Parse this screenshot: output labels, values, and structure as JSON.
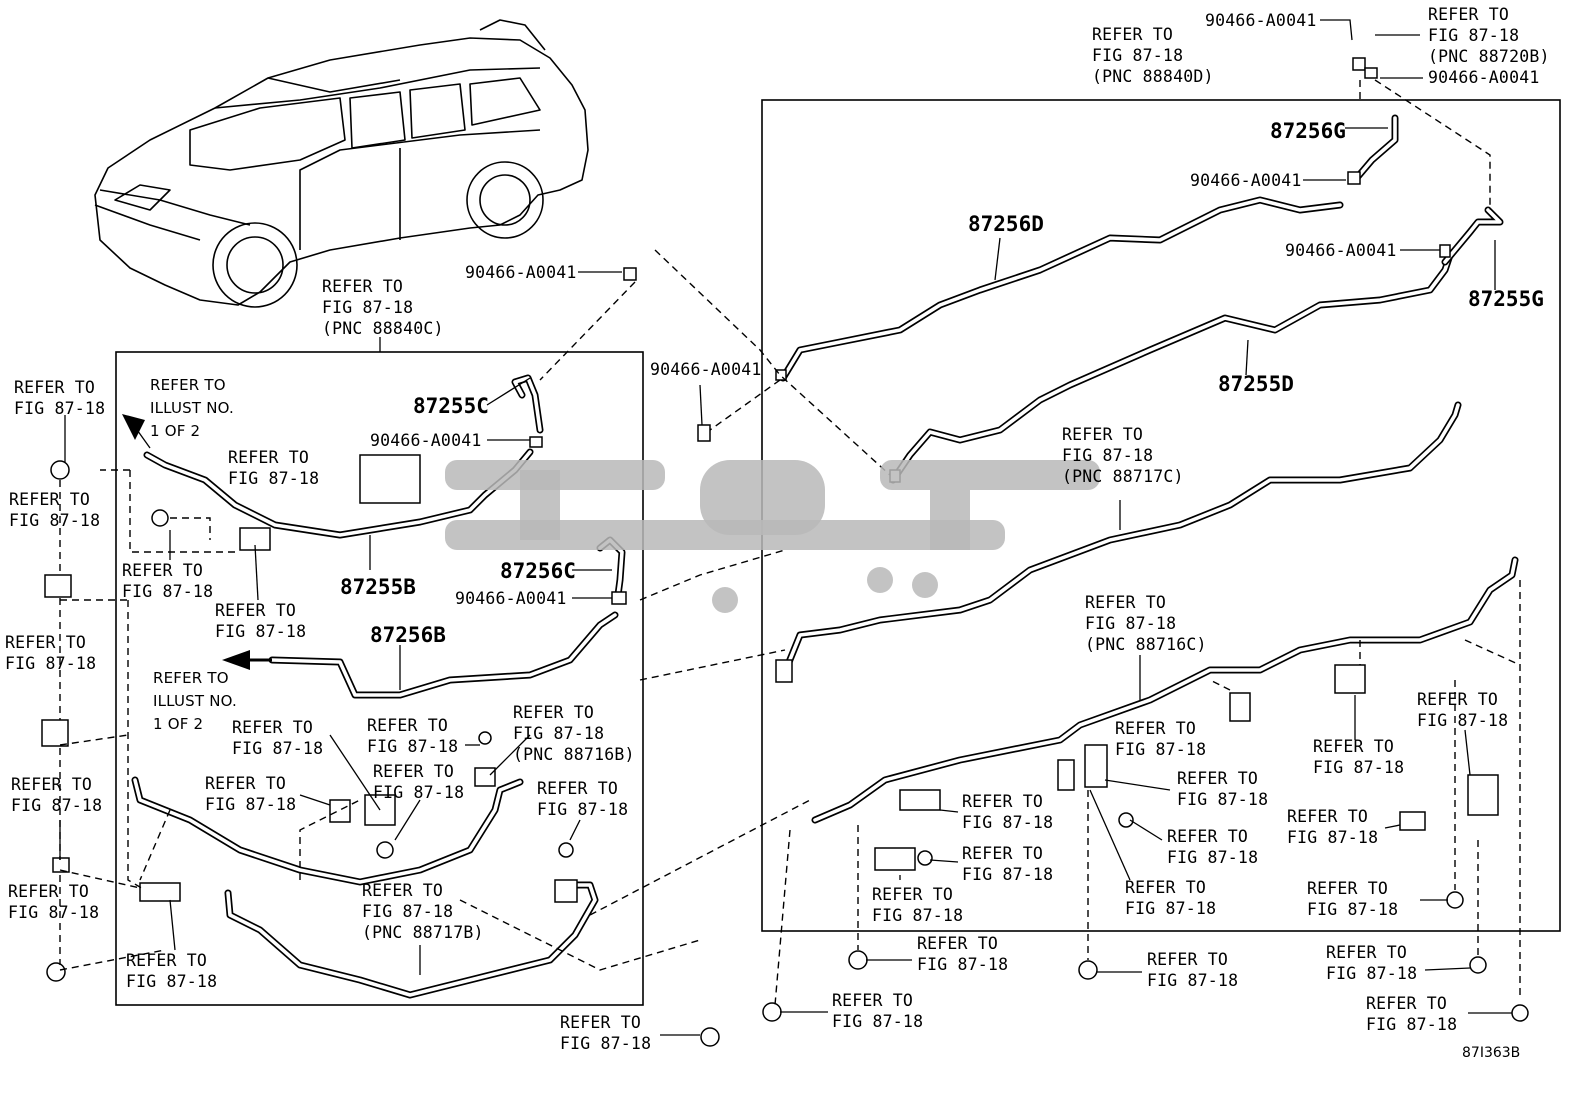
{
  "parts": {
    "p87256G": "87256G",
    "p87256D": "87256D",
    "p87255G": "87255G",
    "p87255D": "87255D",
    "p87255C": "87255C",
    "p87255B": "87255B",
    "p87256C": "87256C",
    "p87256B": "87256B"
  },
  "clamp": "90466-A0041",
  "refer": "REFER TO",
  "fig": "FIG 87-18",
  "pnc": {
    "a": "(PNC 88840D)",
    "b": "(PNC 88720B)",
    "c": "(PNC 88840C)",
    "d": "(PNC 88717C)",
    "e": "(PNC 88716C)",
    "f": "(PNC 88716B)",
    "g": "(PNC 88717B)"
  },
  "illust": {
    "line1": "REFER TO",
    "line2": "ILLUST NO.",
    "line3": "1 OF 2"
  },
  "drawing_code": "87I363B",
  "watermark": "کوپی"
}
